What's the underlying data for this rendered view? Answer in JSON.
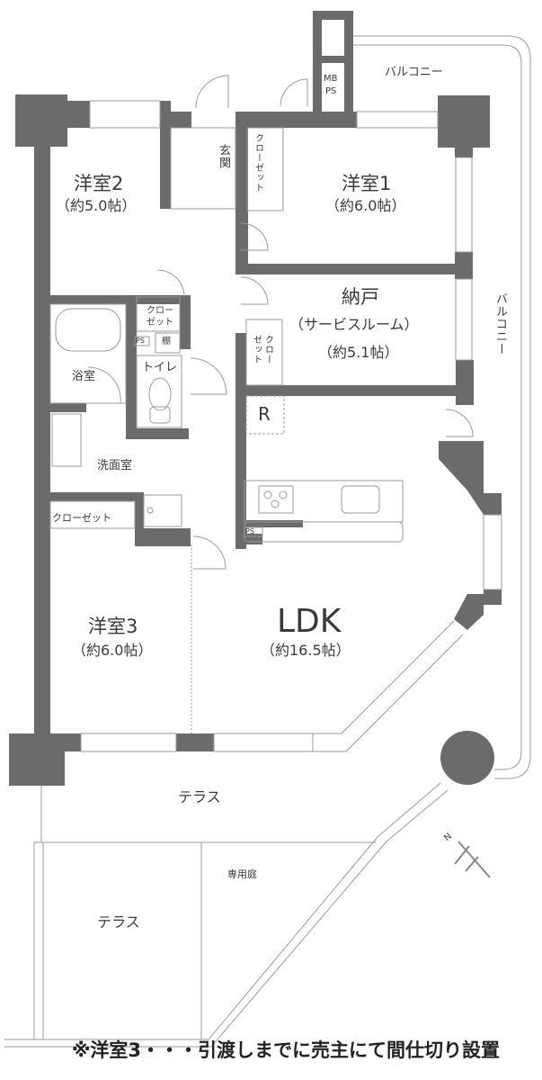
{
  "floor_plan": {
    "rooms": [
      {
        "id": "western2",
        "name": "洋室2",
        "size": "（約5.0帖）"
      },
      {
        "id": "western1",
        "name": "洋室1",
        "size": "（約6.0帖）"
      },
      {
        "id": "storage",
        "name": "納戸",
        "sub": "（サービスルーム）",
        "size": "（約5.1帖）"
      },
      {
        "id": "western3",
        "name": "洋室3",
        "size": "（約6.0帖）"
      },
      {
        "id": "ldk",
        "name": "LDK",
        "size": "（約16.5帖）"
      }
    ],
    "labels": {
      "entrance": "玄関",
      "closet_entrance": "クローゼット",
      "mbps_line1": "MB",
      "mbps_line2": "PS",
      "balcony_top": "バルコニー",
      "balcony_right": "バルコニー",
      "closet_small_line1": "クロー",
      "closet_small_line2": "ゼット",
      "closet_storage_line1": "クロー",
      "closet_storage_line2": "ゼット",
      "ps_bath": "PS",
      "shelf": "棚",
      "toilet": "トイレ",
      "bath": "浴室",
      "washroom": "洗面室",
      "closet_western3": "クローゼット",
      "refrigerator": "R",
      "ps_kitchen": "PS",
      "terrace_front": "テラス",
      "terrace_garden": "テラス",
      "private_garden": "専用庭",
      "north": "N"
    },
    "note": "※洋室3・・・引渡しまでに売主にて間仕切り設置",
    "colors": {
      "wall": "#6b6b6b",
      "line": "#9a9a9a",
      "text": "#3a3a3a"
    }
  }
}
